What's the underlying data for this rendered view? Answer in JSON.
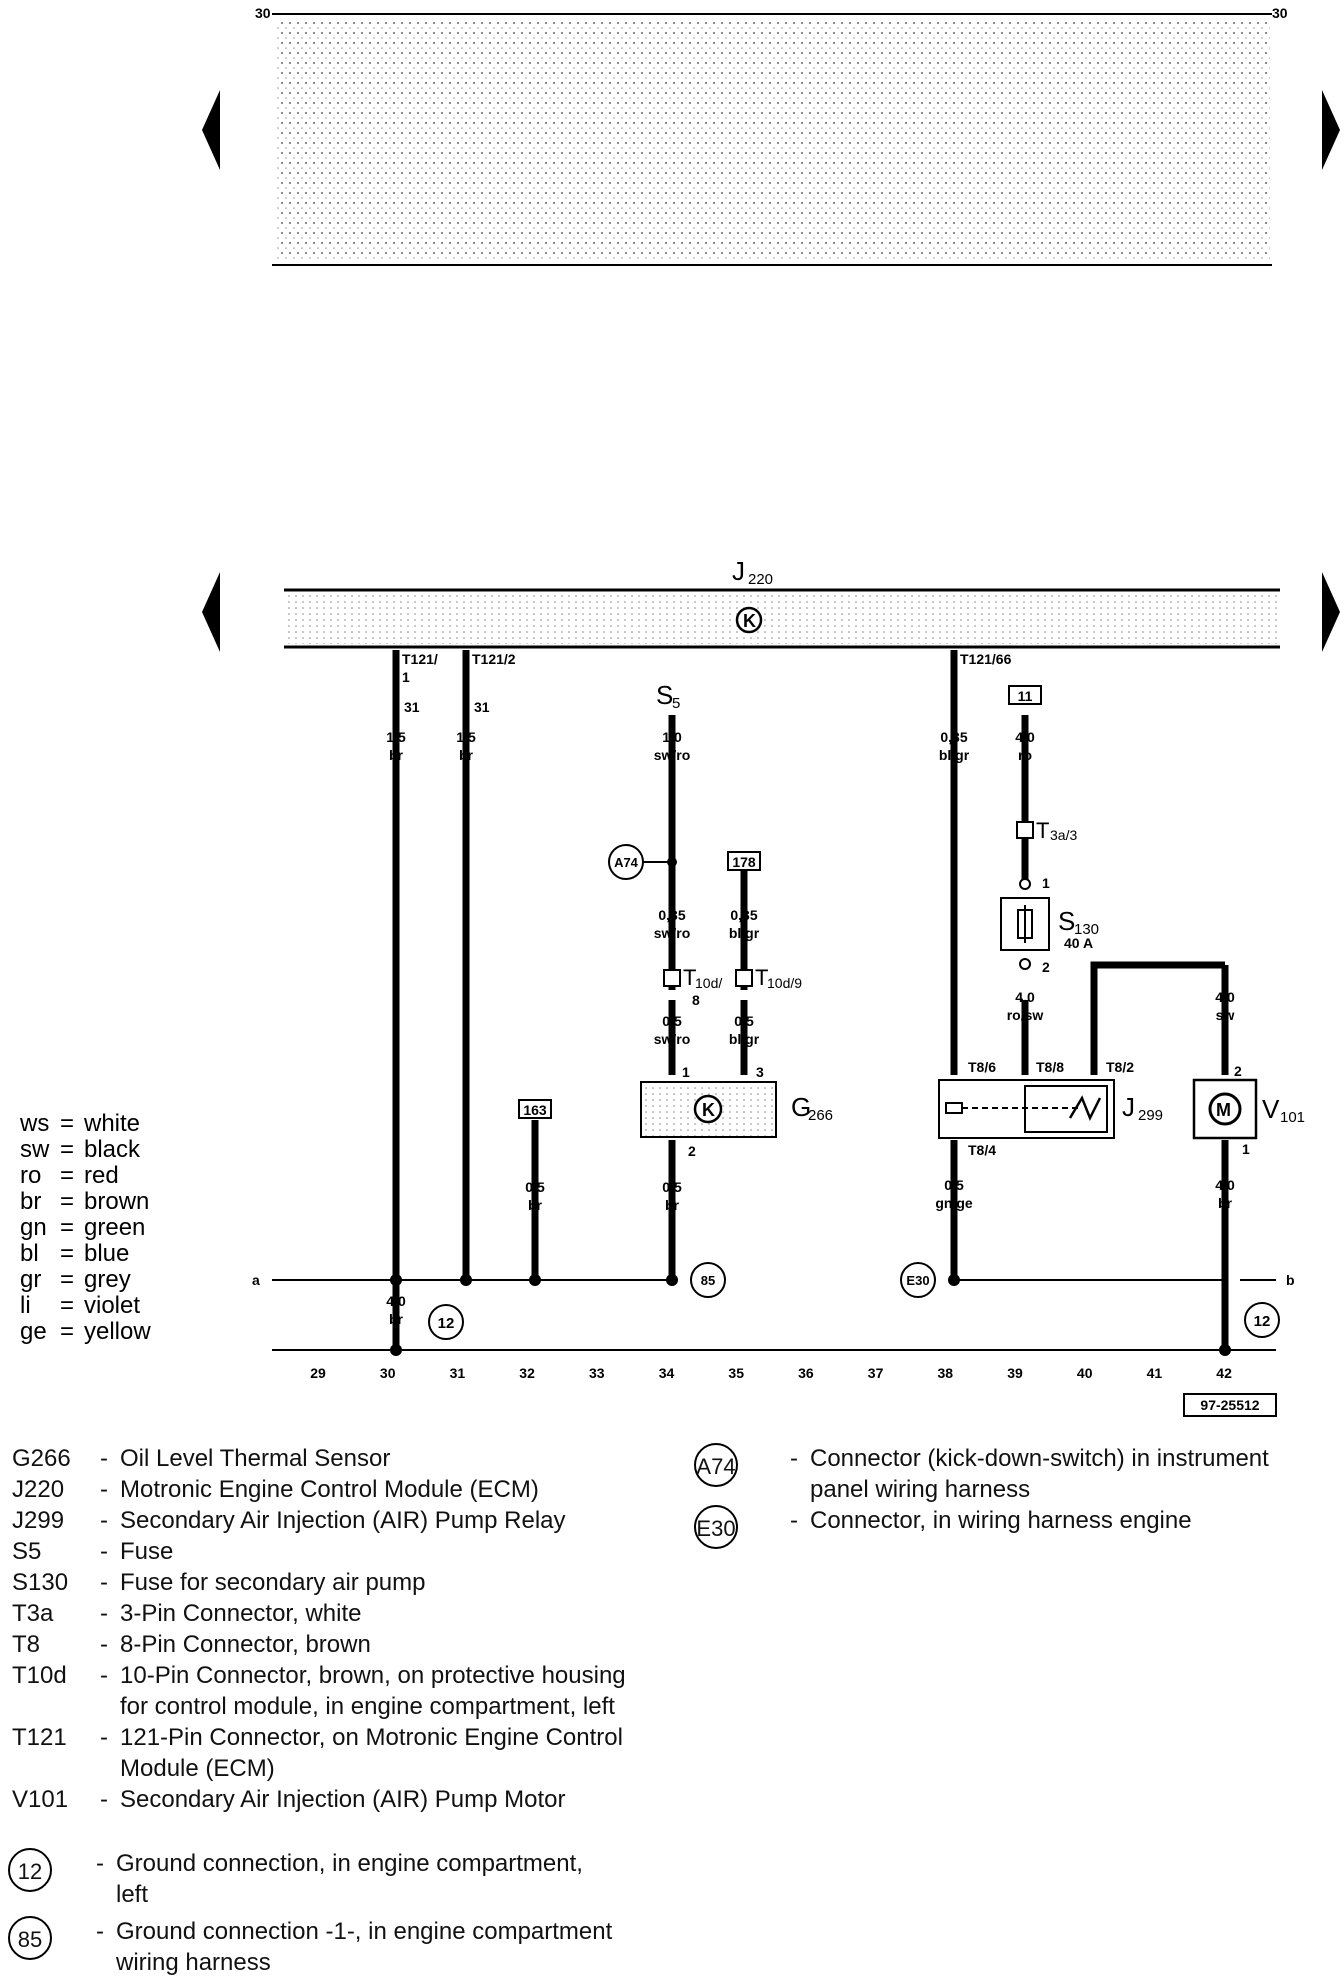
{
  "top_panel": {
    "label_left": "30",
    "label_right": "30"
  },
  "module_j220": {
    "label": "J",
    "sub": "220",
    "symbol": "K"
  },
  "pins": {
    "t121_1": "T121/\n1",
    "t121_2": "T121/2",
    "t121_66": "T121/66",
    "w31a": "31",
    "w31b": "31"
  },
  "wires": [
    {
      "id": "w30",
      "size": "1,5",
      "color": "br"
    },
    {
      "id": "w31",
      "size": "1,5",
      "color": "br"
    },
    {
      "id": "w34top",
      "size": "1,0",
      "color": "sw/ro"
    },
    {
      "id": "w34mid",
      "size": "0,35",
      "color": "sw/ro"
    },
    {
      "id": "w35mid",
      "size": "0,35",
      "color": "bl/gr"
    },
    {
      "id": "w34low",
      "size": "0,5",
      "color": "sw/ro"
    },
    {
      "id": "w35low",
      "size": "0,5",
      "color": "bl/gr"
    },
    {
      "id": "w32",
      "size": "0,5",
      "color": "br"
    },
    {
      "id": "w34bot",
      "size": "0,5",
      "color": "br"
    },
    {
      "id": "w38top",
      "size": "0,35",
      "color": "bl/gr"
    },
    {
      "id": "w39top",
      "size": "4,0",
      "color": "ro"
    },
    {
      "id": "w39mid",
      "size": "4,0",
      "color": "ro/sw"
    },
    {
      "id": "w42top",
      "size": "4,0",
      "color": "sw"
    },
    {
      "id": "w38bot",
      "size": "0,5",
      "color": "gn/ge"
    },
    {
      "id": "w42bot",
      "size": "4,0",
      "color": "br"
    },
    {
      "id": "w30gnd",
      "size": "4,0",
      "color": "br"
    }
  ],
  "components": {
    "s5": {
      "label": "S",
      "sub": "5"
    },
    "s130": {
      "label": "S",
      "sub": "130",
      "rating": "40 A",
      "pin1": "1",
      "pin2": "2"
    },
    "g266": {
      "label": "G",
      "sub": "266",
      "pin1": "1",
      "pin3": "3",
      "pin2": "2"
    },
    "j299": {
      "label": "J",
      "sub": "299",
      "p6": "T8/6",
      "p8": "T8/8",
      "p2": "T8/2",
      "p4": "T8/4"
    },
    "v101": {
      "label": "V",
      "sub": "101",
      "symbol": "M",
      "pin2": "2",
      "pin1": "1"
    },
    "t3a": {
      "label": "T",
      "sub": "3a/3"
    },
    "t10d8": {
      "label": "T",
      "sub": "10d/",
      "extra": "8"
    },
    "t10d9": {
      "label": "T",
      "sub": "10d/9"
    }
  },
  "ref_boxes": {
    "r11": "11",
    "r178": "178",
    "r163": "163"
  },
  "circles": {
    "a74": "A74",
    "g85": "85",
    "e30": "E30",
    "g12a": "12",
    "g12b": "12"
  },
  "bus": {
    "a": "a",
    "b": "b"
  },
  "track_numbers": [
    "29",
    "30",
    "31",
    "32",
    "33",
    "34",
    "35",
    "36",
    "37",
    "38",
    "39",
    "40",
    "41",
    "42"
  ],
  "figure_id": "97-25512",
  "color_key": [
    {
      "abbr": "ws",
      "name": "white"
    },
    {
      "abbr": "sw",
      "name": "black"
    },
    {
      "abbr": "ro",
      "name": "red"
    },
    {
      "abbr": "br",
      "name": "brown"
    },
    {
      "abbr": "gn",
      "name": "green"
    },
    {
      "abbr": "bl",
      "name": "blue"
    },
    {
      "abbr": "gr",
      "name": "grey"
    },
    {
      "abbr": "li",
      "name": "violet"
    },
    {
      "abbr": "ge",
      "name": "yellow"
    }
  ],
  "legend_left": [
    {
      "code": "G266",
      "text": "Oil Level Thermal Sensor"
    },
    {
      "code": "J220",
      "text": "Motronic Engine Control Module (ECM)"
    },
    {
      "code": "J299",
      "text": "Secondary Air Injection (AIR) Pump Relay"
    },
    {
      "code": "S5",
      "text": "Fuse"
    },
    {
      "code": "S130",
      "text": "Fuse for secondary air pump"
    },
    {
      "code": "T3a",
      "text": "3-Pin Connector, white"
    },
    {
      "code": "T8",
      "text": "8-Pin Connector, brown"
    },
    {
      "code": "T10d",
      "text": "10-Pin Connector, brown, on protective housing",
      "text2": "for control module, in engine compartment, left"
    },
    {
      "code": "T121",
      "text": "121-Pin Connector, on Motronic Engine Control",
      "text2": "Module (ECM)"
    },
    {
      "code": "V101",
      "text": "Secondary Air Injection (AIR) Pump Motor"
    }
  ],
  "legend_grounds": [
    {
      "code": "12",
      "text": "Ground connection, in engine compartment,",
      "text2": "left"
    },
    {
      "code": "85",
      "text": "Ground connection -1-, in engine compartment",
      "text2": "wiring harness"
    }
  ],
  "legend_right": [
    {
      "code": "A74",
      "text": "Connector (kick-down-switch) in instrument",
      "text2": "panel wiring harness"
    },
    {
      "code": "E30",
      "text": "Connector, in wiring harness engine"
    }
  ],
  "dash": "-"
}
